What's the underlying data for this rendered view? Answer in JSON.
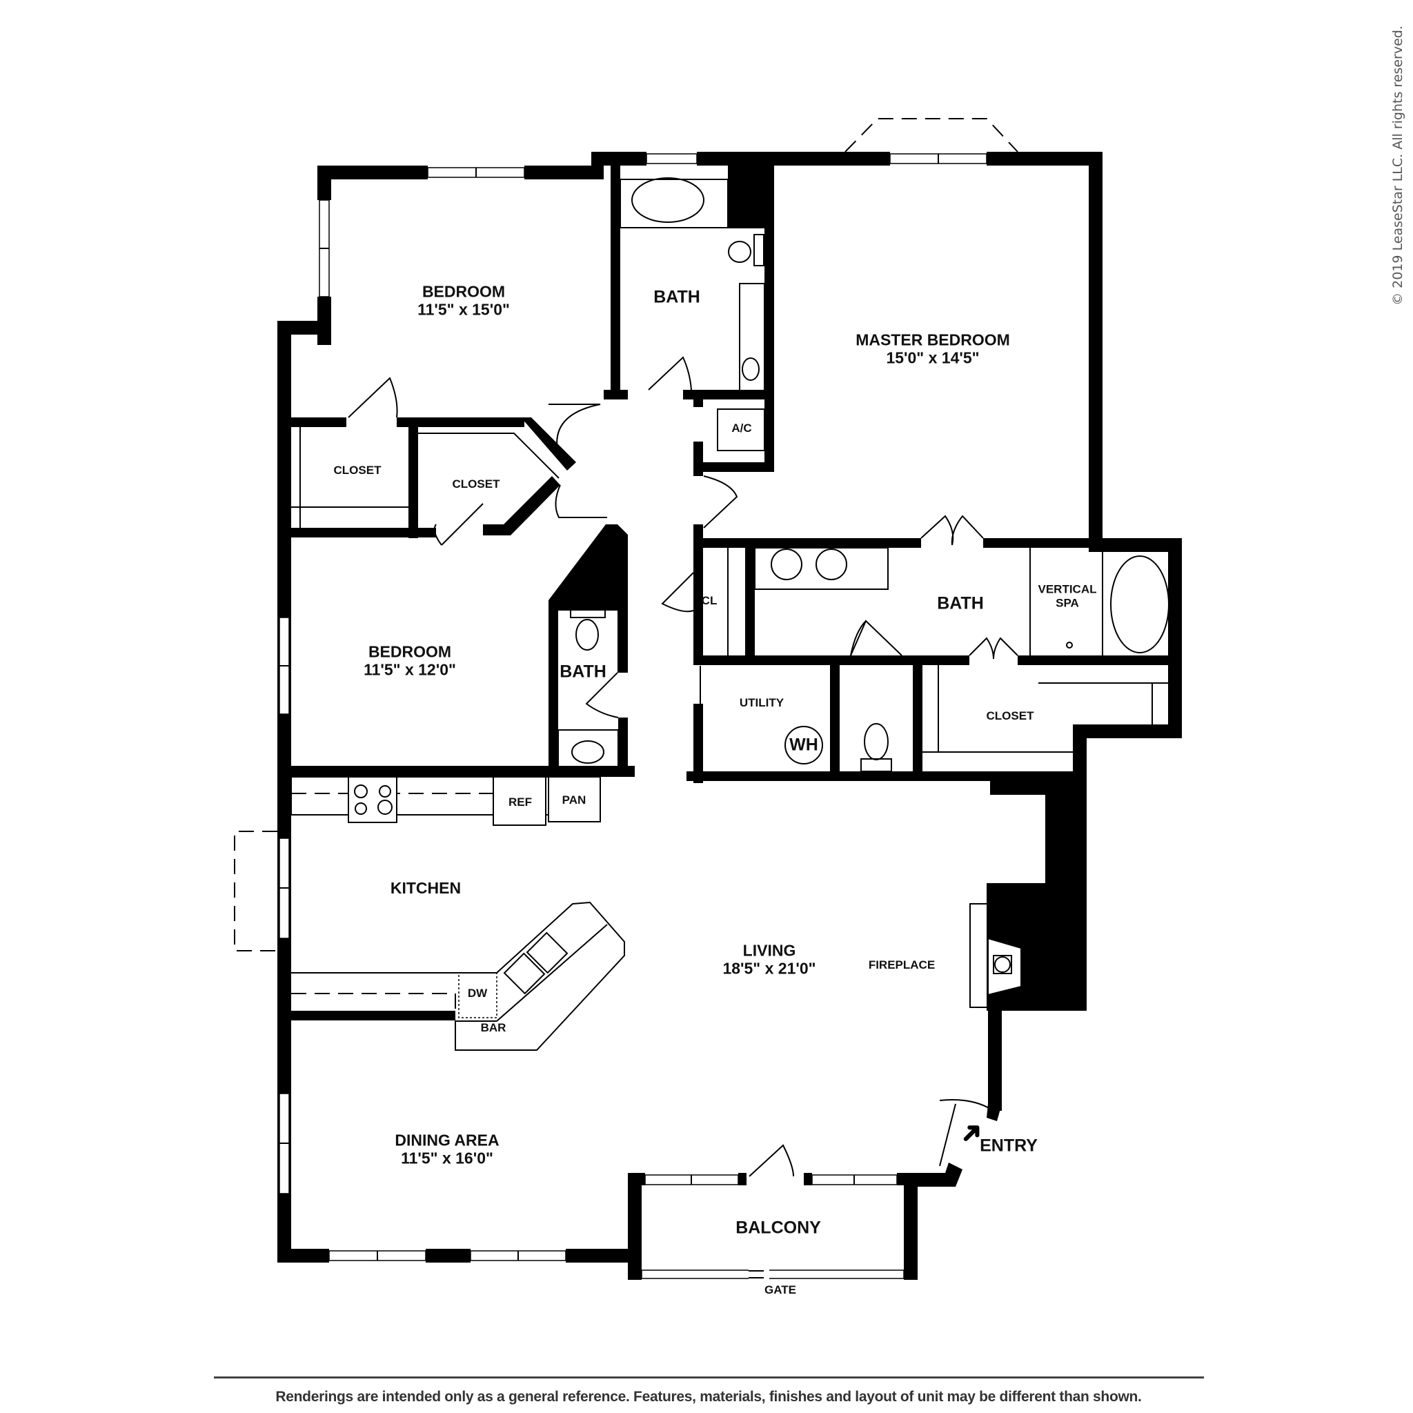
{
  "copyright": "© 2019 LeaseStar LLC. All rights reserved.",
  "disclaimer": "Renderings are intended only as a general reference. Features, materials, finishes and layout of unit may be different than shown.",
  "rooms": {
    "bedroom_1": {
      "name": "BEDROOM",
      "dims": "11'5\" x 15'0\""
    },
    "bath_1": {
      "name": "BATH"
    },
    "master_bedroom": {
      "name": "MASTER BEDROOM",
      "dims": "15'0\" x 14'5\""
    },
    "ac": {
      "name": "A/C"
    },
    "closet_1": {
      "name": "CLOSET"
    },
    "closet_2": {
      "name": "CLOSET"
    },
    "bedroom_2": {
      "name": "BEDROOM",
      "dims": "11'5\" x 12'0\""
    },
    "bath_2": {
      "name": "BATH"
    },
    "cl": {
      "name": "CL"
    },
    "master_bath": {
      "name": "BATH"
    },
    "vertical_spa": {
      "name": "VERTICAL",
      "name2": "SPA"
    },
    "utility": {
      "name": "UTILITY"
    },
    "wh": {
      "name": "WH"
    },
    "master_closet": {
      "name": "CLOSET"
    },
    "ref": {
      "name": "REF"
    },
    "pan": {
      "name": "PAN"
    },
    "kitchen": {
      "name": "KITCHEN"
    },
    "dw": {
      "name": "DW"
    },
    "bar": {
      "name": "BAR"
    },
    "living": {
      "name": "LIVING",
      "dims": "18'5\" x 21'0\""
    },
    "fireplace": {
      "name": "FIREPLACE"
    },
    "entry": {
      "name": "ENTRY"
    },
    "dining": {
      "name": "DINING AREA",
      "dims": "11'5\" x 16'0\""
    },
    "balcony": {
      "name": "BALCONY"
    },
    "gate": {
      "name": "GATE"
    }
  },
  "icons": {
    "entry_arrow": "➜"
  }
}
